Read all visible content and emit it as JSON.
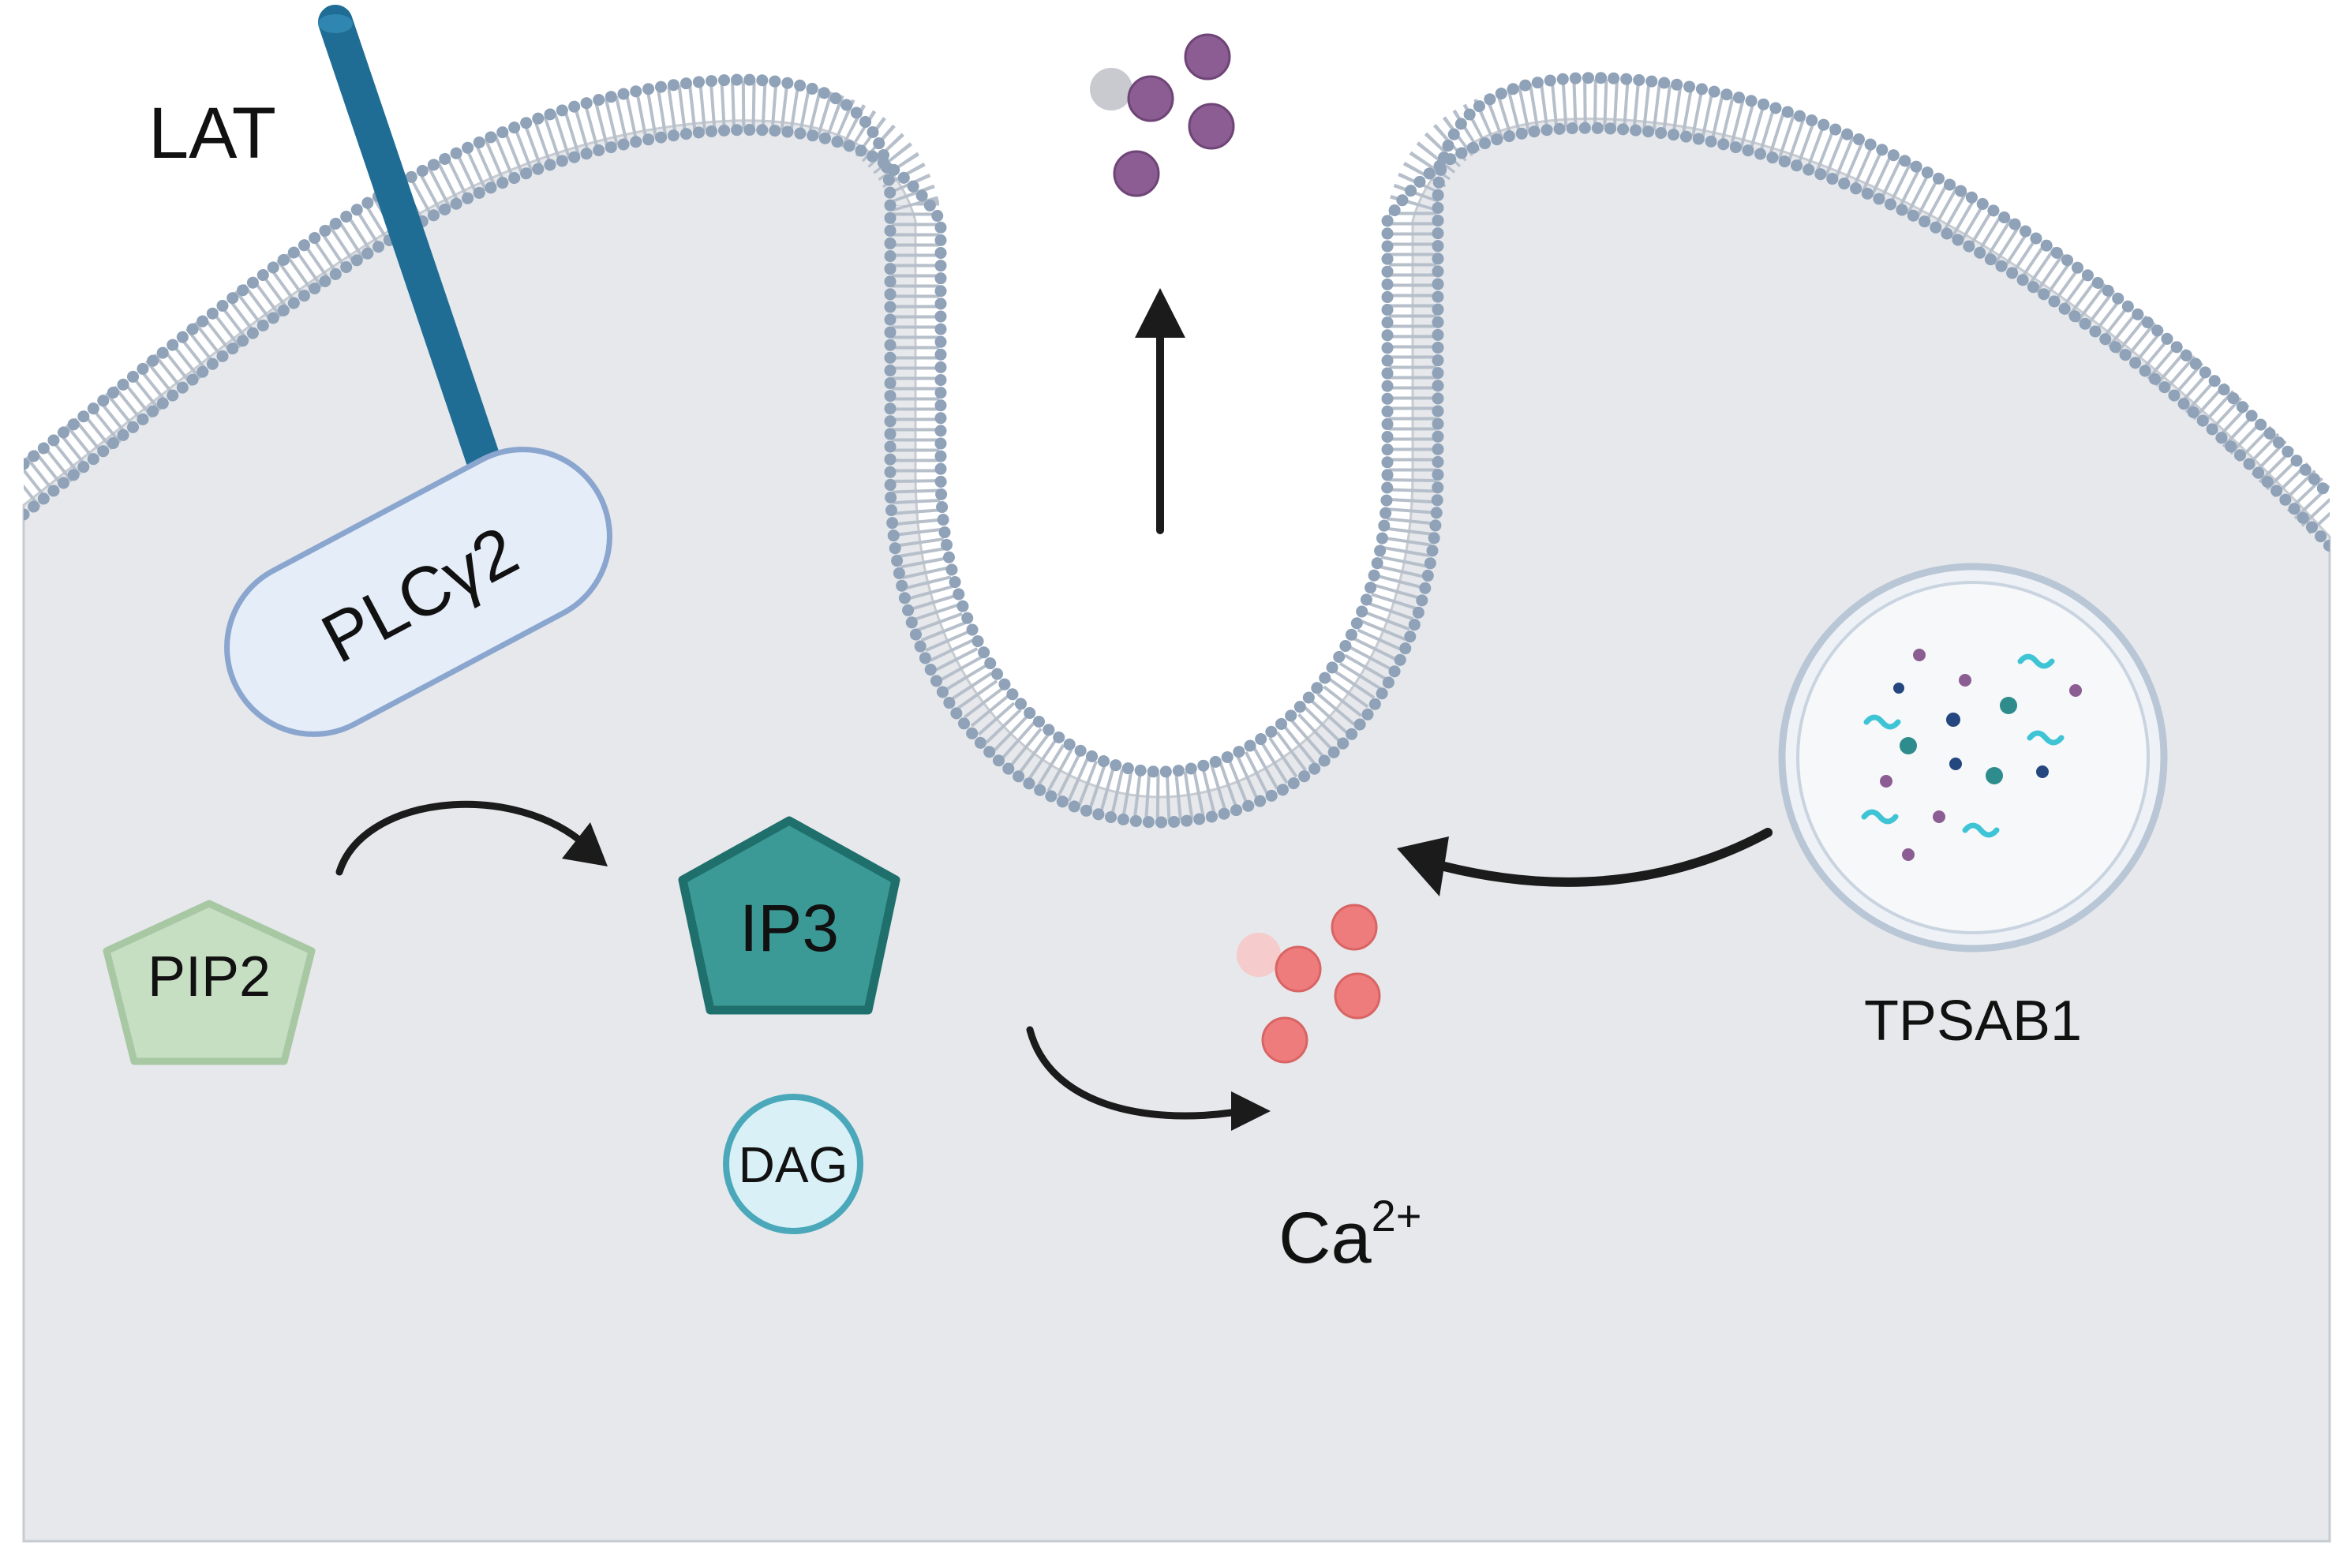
{
  "labels": {
    "lat": "LAT",
    "plcg2": "PLCγ2",
    "pip2": "PIP2",
    "ip3": "IP3",
    "dag": "DAG",
    "tpsab1": "TPSAB1",
    "calcium_base": "Ca",
    "calcium_charge": "2+"
  },
  "colors": {
    "cytoplasm": "#e6e8eb",
    "membrane_heads": "#8fa2b8",
    "membrane_tails": "#b6bfca",
    "lat": "#1f6d95",
    "plcg2_fill": "#e4edf8",
    "plcg2_stroke": "#8aa6cf",
    "pip2_fill": "#c6dfc3",
    "pip2_stroke": "#a8c8a4",
    "ip3_fill": "#3b9996",
    "ip3_stroke": "#1f6f6c",
    "dag_fill": "#d9f0f7",
    "dag_stroke": "#4aa8ba",
    "calcium": "#ef7c7c",
    "released_granules": "#8b5d93",
    "vesicle": "#b8c6d6",
    "arrow": "#1b1b1b"
  },
  "icons": [
    "lipid-bilayer",
    "receptor-rod",
    "pentagon",
    "circle",
    "vesicle",
    "arrow"
  ]
}
